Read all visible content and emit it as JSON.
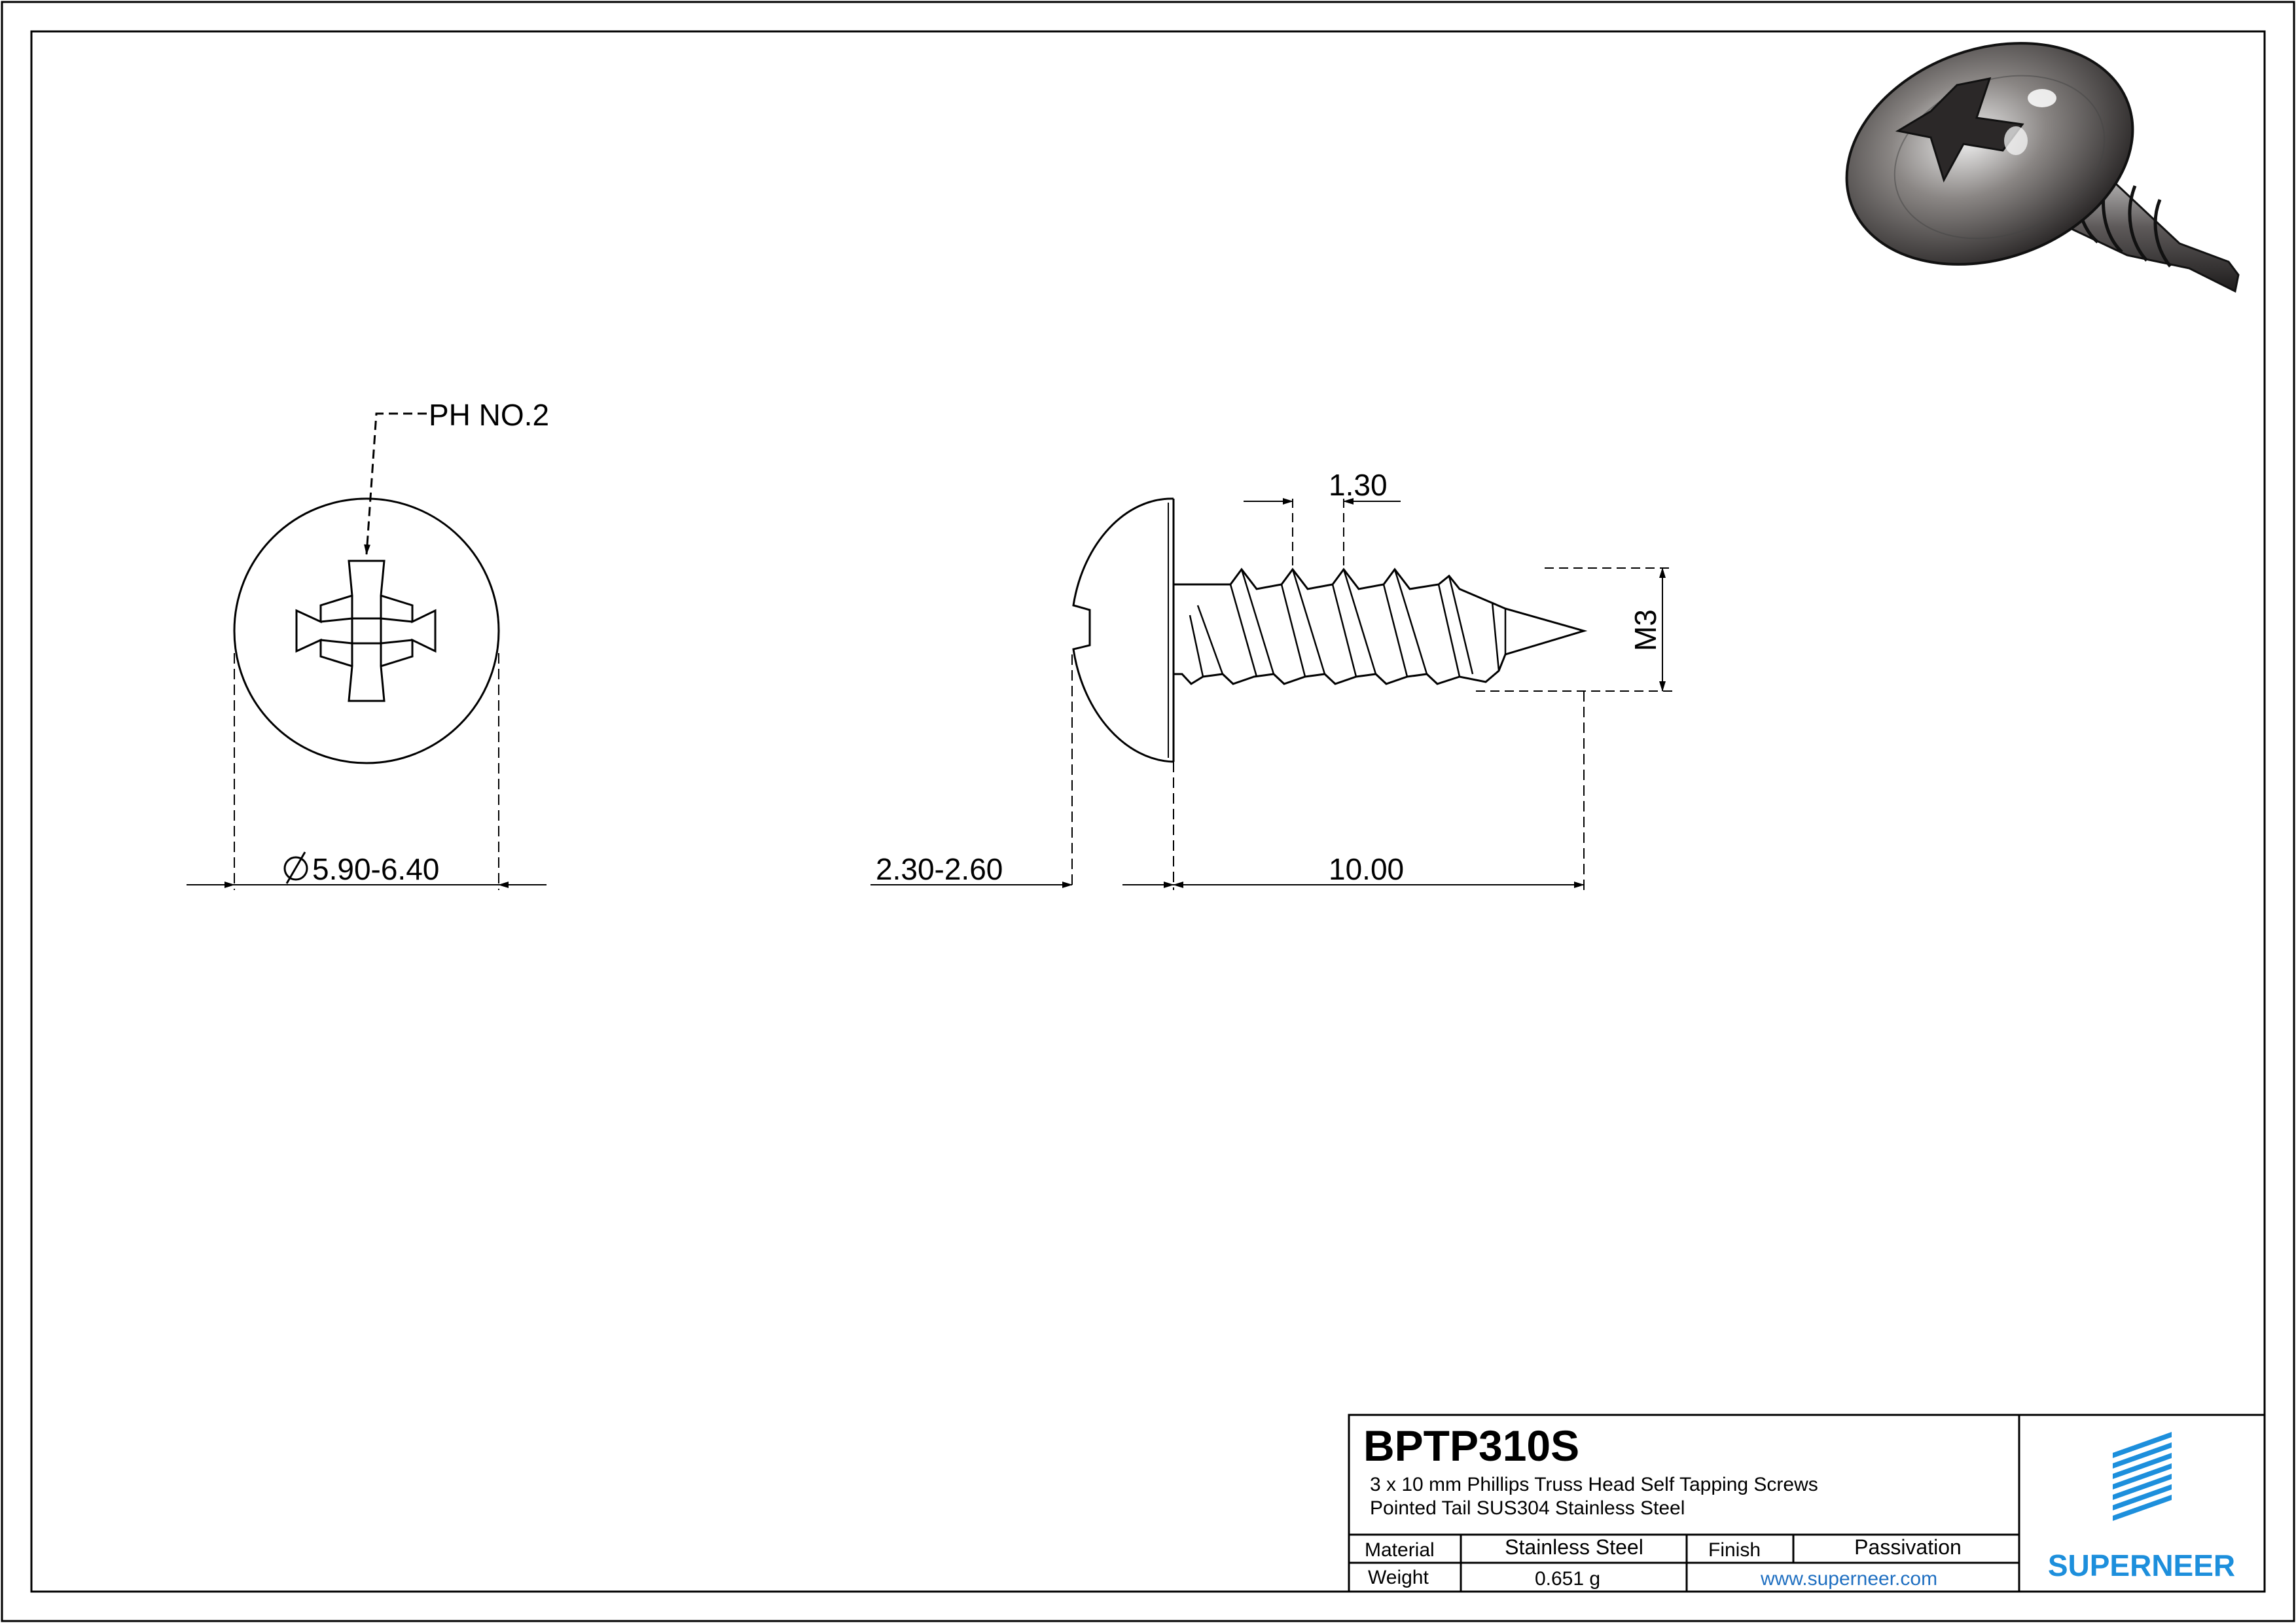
{
  "drawing": {
    "part_number": "BPTP310S",
    "description_line1": "3 x 10 mm Phillips Truss Head Self Tapping Screws",
    "description_line2": "Pointed Tail SUS304 Stainless Steel",
    "material_label": "Material",
    "material_value": "Stainless Steel",
    "finish_label": "Finish",
    "finish_value": "Passivation",
    "weight_label": "Weight",
    "weight_value": "0.651 g",
    "website": "www.superneer.com",
    "company": "SUPERNEER",
    "colors": {
      "line": "#000000",
      "brand": "#1d8fdc",
      "link": "#1f6fc1"
    }
  },
  "dimensions": {
    "drive": "PH NO.2",
    "head_diameter": "5.90-6.40",
    "head_height": "2.30-2.60",
    "length": "10.00",
    "pitch": "1.30",
    "thread": "M3"
  },
  "icons": {
    "diameter_symbol": "diameter-icon",
    "brand_mark": "superneer-logo-icon"
  }
}
